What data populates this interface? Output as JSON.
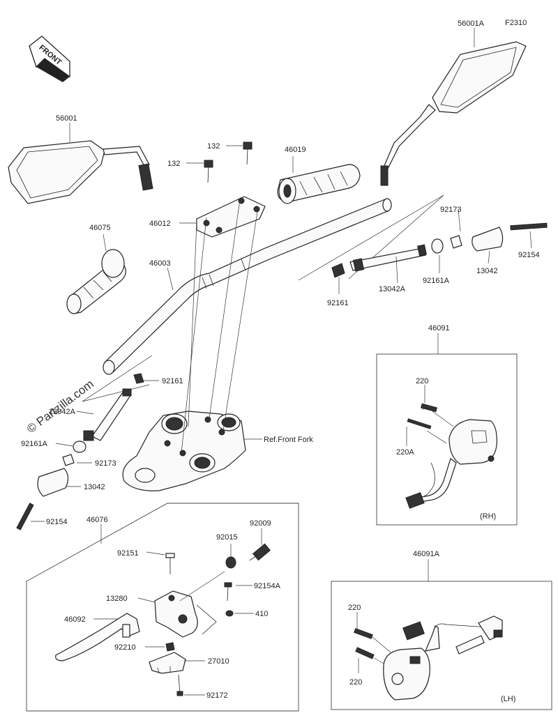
{
  "figure_code": "F2310",
  "front_label": "FRONT",
  "watermark": "© Partzilla.com",
  "boxes": {
    "rh_tag": "(RH)",
    "lh_tag": "(LH)"
  },
  "labels": {
    "mirror_right": "56001A",
    "mirror_left": "56001",
    "bolt_a": "132",
    "bolt_b": "132",
    "grip_right": "46019",
    "holder": "46012",
    "grip_left": "46075",
    "handlebar": "46003",
    "collar_right": "92173",
    "weight_right": "13042",
    "bolt_end_right": "92154",
    "spacer_right": "92161A",
    "shaft_right": "13042A",
    "nut_right": "92161",
    "switch_rh_assy": "46091",
    "screw_rh": "220",
    "screw_rh_a": "220A",
    "nut_left": "92161",
    "shaft_left": "13042A",
    "spacer_left": "92161A",
    "collar_left": "92173",
    "weight_left": "13042",
    "bolt_end_left": "92154",
    "fork_ref": "Ref.Front Fork",
    "lever_assy": "46076",
    "adjuster": "92009",
    "washer_top": "92015",
    "pin": "92151",
    "screw_holder": "92154A",
    "holder_lever": "13280",
    "washer": "410",
    "lever": "46092",
    "nut_lever": "92210",
    "switch_stop": "27010",
    "screw_stop": "92172",
    "switch_lh_assy": "46091A",
    "screw_lh_1": "220",
    "screw_lh_2": "220"
  }
}
